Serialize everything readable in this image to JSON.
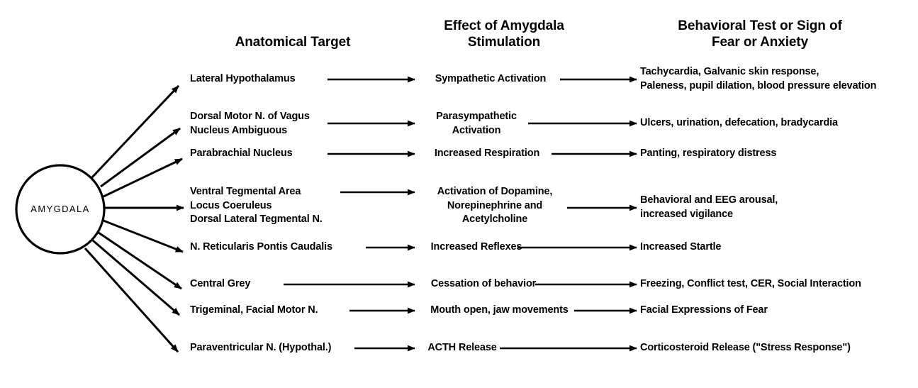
{
  "diagram": {
    "title_source": "Amygdala efferent projections and behavioral signs of fear",
    "hub": {
      "label": "AMYGDALA",
      "shape": "circle",
      "stroke": "#000000",
      "fill": "#ffffff"
    },
    "headers": {
      "anatomical": "Anatomical Target",
      "effect": "Effect of Amygdala\nStimulation",
      "behavioral": "Behavioral Test or Sign of\nFear or Anxiety"
    },
    "colors": {
      "background": "#ffffff",
      "ink": "#000000"
    },
    "rows": [
      {
        "target": "Lateral Hypothalamus",
        "effect": "Sympathetic Activation",
        "behavior": "Tachycardia, Galvanic skin response,\nPaleness, pupil dilation, blood pressure elevation"
      },
      {
        "target": "Dorsal Motor N. of Vagus\nNucleus Ambiguous",
        "effect": "Parasympathetic\nActivation",
        "behavior": "Ulcers, urination, defecation, bradycardia"
      },
      {
        "target": "Parabrachial Nucleus",
        "effect": "Increased Respiration",
        "behavior": "Panting, respiratory distress"
      },
      {
        "target": "Ventral Tegmental Area\nLocus Coeruleus\nDorsal Lateral Tegmental N.",
        "effect": "Activation of Dopamine,\nNorepinephrine and\nAcetylcholine",
        "behavior": "Behavioral and EEG arousal,\nincreased vigilance"
      },
      {
        "target": "N. Reticularis Pontis Caudalis",
        "effect": "Increased Reflexes",
        "behavior": "Increased Startle"
      },
      {
        "target": "Central Grey",
        "effect": "Cessation of behavior",
        "behavior": "Freezing, Conflict test, CER, Social Interaction"
      },
      {
        "target": "Trigeminal, Facial Motor N.",
        "effect": "Mouth open, jaw movements",
        "behavior": "Facial Expressions of Fear"
      },
      {
        "target": "Paraventricular N. (Hypothal.)",
        "effect": "ACTH Release",
        "behavior": "Corticosteroid Release (\"Stress Response\")"
      }
    ]
  }
}
